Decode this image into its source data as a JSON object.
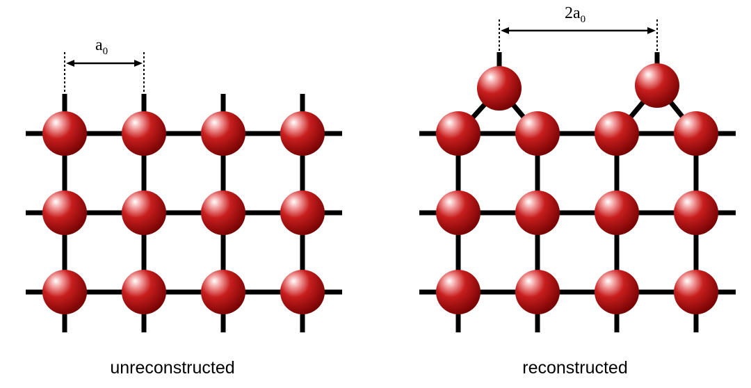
{
  "panels": [
    {
      "id": "unreconstructed",
      "caption": "unreconstructed",
      "spacing_label": {
        "base": "a",
        "subscript": "0"
      },
      "lattice": {
        "columns": 4,
        "rows": 3
      }
    },
    {
      "id": "reconstructed",
      "caption": "reconstructed",
      "spacing_label": {
        "base": "2a",
        "subscript": "0"
      },
      "lattice": {
        "columns": 4,
        "rows": 3,
        "adatoms": 2
      }
    }
  ],
  "colors": {
    "atom_dark": "#7a0000",
    "atom_mid": "#c81e1e",
    "atom_highlight": "#ffffff",
    "bond": "#000000"
  }
}
